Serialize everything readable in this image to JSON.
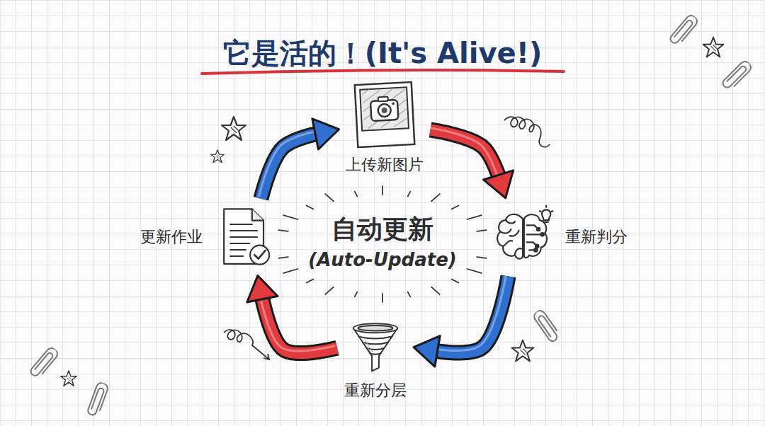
{
  "diagram": {
    "title": "它是活的！(It's Alive!)",
    "nodes": [
      {
        "text": [
          "上传新图片"
        ]
      },
      {
        "text": [
          "重新判分"
        ]
      },
      {
        "text": [
          "重新分层"
        ]
      },
      {
        "text": [
          "更新作业"
        ]
      }
    ],
    "edges": [
      {
        "from": 0,
        "to": 1,
        "arrow": "to"
      },
      {
        "from": 1,
        "to": 2,
        "arrow": "to"
      },
      {
        "from": 2,
        "to": 3,
        "arrow": "to"
      },
      {
        "from": 3,
        "to": 0,
        "arrow": "to"
      }
    ],
    "labels": [
      "自动更新",
      "(Auto-Update)"
    ]
  }
}
